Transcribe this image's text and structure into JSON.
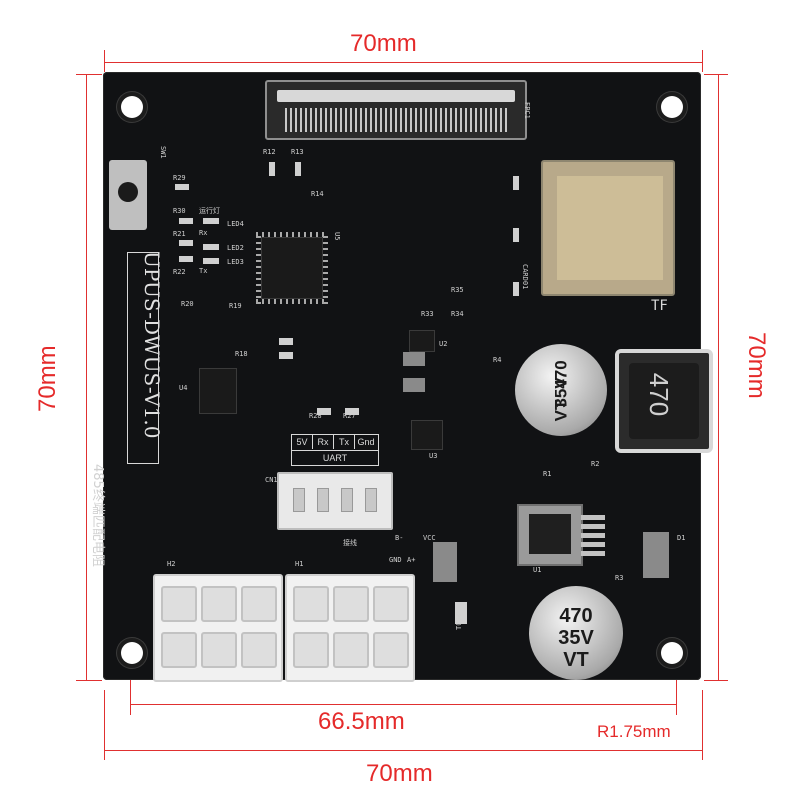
{
  "dimensions": {
    "top_width": "70mm",
    "bottom_width": "70mm",
    "left_height": "70mm",
    "right_height": "70mm",
    "hole_spacing": "66.5mm",
    "hole_radius": "R1.75mm"
  },
  "board": {
    "name": "UPUS-DWUS-V1.0",
    "note": "485终端匹配电阻",
    "connector_label": "FPC1",
    "card_slot_label": "TF",
    "card_slot_ref": "CARD01",
    "switch_ref": "SW1",
    "mcu_ref": "U5",
    "uart": {
      "pins": [
        "5V",
        "Rx",
        "Tx",
        "Gnd"
      ],
      "label": "UART",
      "ref": "CN1"
    },
    "rs485_pins": [
      "B-",
      "A+",
      "GND",
      "VCC"
    ],
    "rs485_label": "接线",
    "header_refs": [
      "H2",
      "H1"
    ],
    "led_labels": [
      "运行灯",
      "Rx",
      "Tx"
    ],
    "led_refs": [
      "LED4",
      "LED2",
      "LED3"
    ],
    "resistor_refs": [
      "R29",
      "R30",
      "R21",
      "R22",
      "R12",
      "R13",
      "R14",
      "R20",
      "R19",
      "R18",
      "R27",
      "R28",
      "R35",
      "R33",
      "R34",
      "R1",
      "R2",
      "R3",
      "R4"
    ],
    "inductor_value": "470",
    "caps": [
      {
        "value": "470",
        "voltage": "35V",
        "series": "VT"
      },
      {
        "value": "470",
        "voltage": "35V",
        "series": "VT"
      }
    ],
    "fuse_ref": "T050",
    "diode_ref": "D1",
    "ic_refs": [
      "U4",
      "U1",
      "U3",
      "U2"
    ]
  },
  "colors": {
    "dimension": "#e52a2a",
    "pcb": "#111214",
    "silkscreen": "#d9d9d9"
  }
}
